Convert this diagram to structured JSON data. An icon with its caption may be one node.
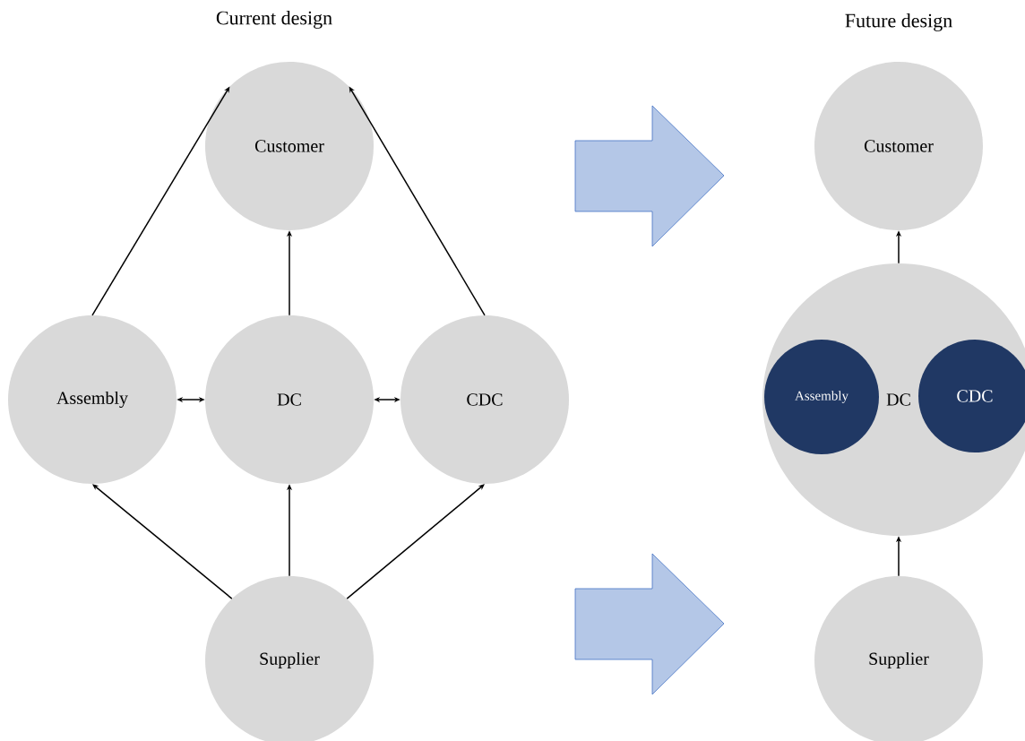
{
  "diagram": {
    "nodes": [
      {
        "text": [
          "Customer"
        ]
      },
      {
        "text": [
          "Assembly"
        ]
      },
      {
        "text": [
          "DC"
        ]
      },
      {
        "text": [
          "CDC"
        ]
      },
      {
        "text": [
          "Supplier"
        ]
      },
      {
        "text": [
          "Customer"
        ]
      },
      {
        "text": [
          "DC"
        ]
      },
      {
        "text": [
          "Assembly"
        ],
        "in": 6
      },
      {
        "text": [
          "CDC"
        ],
        "in": 6
      },
      {
        "text": [
          "Supplier"
        ]
      }
    ],
    "edges": [
      {
        "from": 1,
        "to": 0,
        "arrow": "to"
      },
      {
        "from": 2,
        "to": 0,
        "arrow": "to"
      },
      {
        "from": 3,
        "to": 0,
        "arrow": "to"
      },
      {
        "from": 1,
        "to": 2,
        "arrow": "both"
      },
      {
        "from": 2,
        "to": 3,
        "arrow": "both"
      },
      {
        "from": 4,
        "to": 1,
        "arrow": "to"
      },
      {
        "from": 4,
        "to": 2,
        "arrow": "to"
      },
      {
        "from": 4,
        "to": 3,
        "arrow": "to"
      },
      {
        "from": 6,
        "to": 5,
        "arrow": "to"
      },
      {
        "from": 9,
        "to": 6,
        "arrow": "to"
      }
    ],
    "labels": [
      "Current design",
      "Future design"
    ]
  }
}
